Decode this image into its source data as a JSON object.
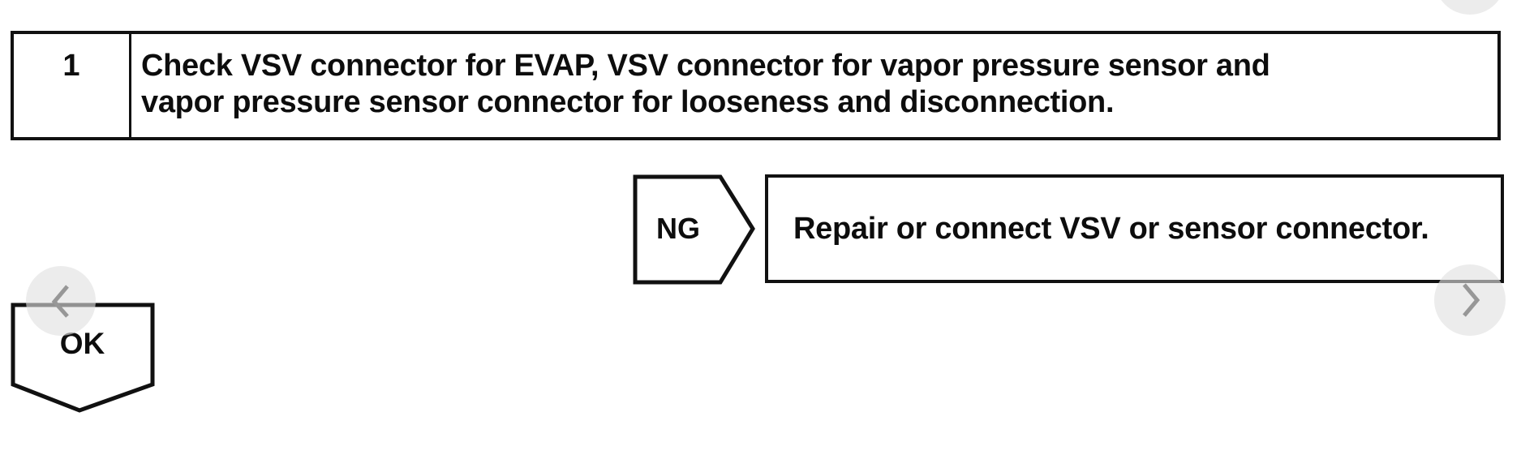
{
  "flowchart": {
    "step": {
      "number": "1",
      "instruction": "Check VSV connector for EVAP, VSV connector for vapor pressure sensor and\nvapor pressure sensor connector for looseness and disconnection."
    },
    "ng_branch": {
      "label": "NG",
      "action": "Repair or connect VSV or sensor connector."
    },
    "ok_branch": {
      "label": "OK"
    }
  },
  "nav": {
    "prev_icon": "chevron-left",
    "next_icon": "chevron-right",
    "partial_icon": "circle-partially-offscreen"
  },
  "colors": {
    "line": "#111111",
    "background": "#ffffff",
    "nav_circle": "#e0e0e0",
    "nav_chevron": "#979797"
  }
}
